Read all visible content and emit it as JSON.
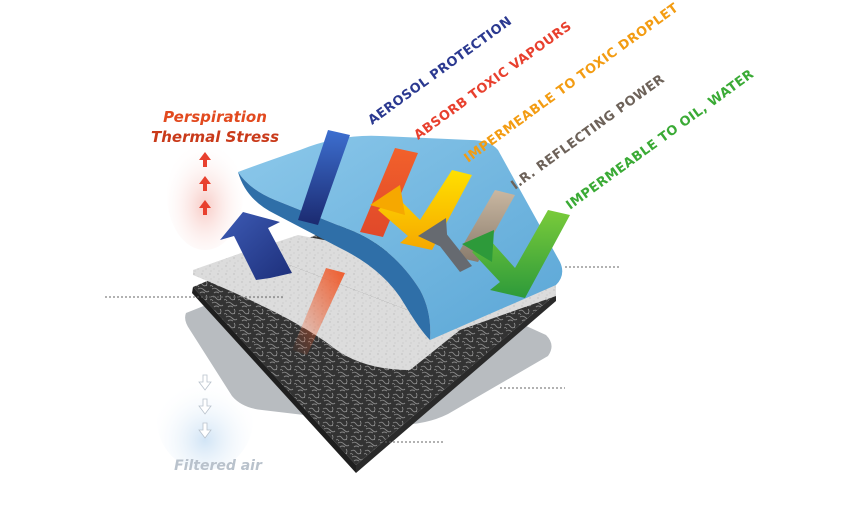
{
  "labels": {
    "perspiration": "Perspiration",
    "thermal_stress": "Thermal Stress",
    "filtered_air": "Filtered air"
  },
  "properties": [
    {
      "text": "AEROSOL PROTECTION",
      "color": "#2b3990"
    },
    {
      "text": "ABSORB TOXIC VAPOURS",
      "color": "#e8402e"
    },
    {
      "text": "IMPERMEABLE TO TOXIC DROPLET",
      "color": "#f39c12"
    },
    {
      "text": "I.R. REFLECTING POWER",
      "color": "#6d6259"
    },
    {
      "text": "IMPERMEABLE TO OIL, WATER",
      "color": "#3aaa35"
    }
  ],
  "colors": {
    "perspiration": "#e24a1f",
    "thermal_stress": "#c93a1a",
    "filtered_air": "#b9c2cc",
    "membrane": "#6cb2dc",
    "felt": "#d9d9d9",
    "carbon": "#3b3b3b",
    "base": "#b8bcc0",
    "leader": "#666666"
  },
  "icons": {
    "up_arrows": "arrow-up-icon",
    "down_arrows": "arrow-down-icon"
  }
}
